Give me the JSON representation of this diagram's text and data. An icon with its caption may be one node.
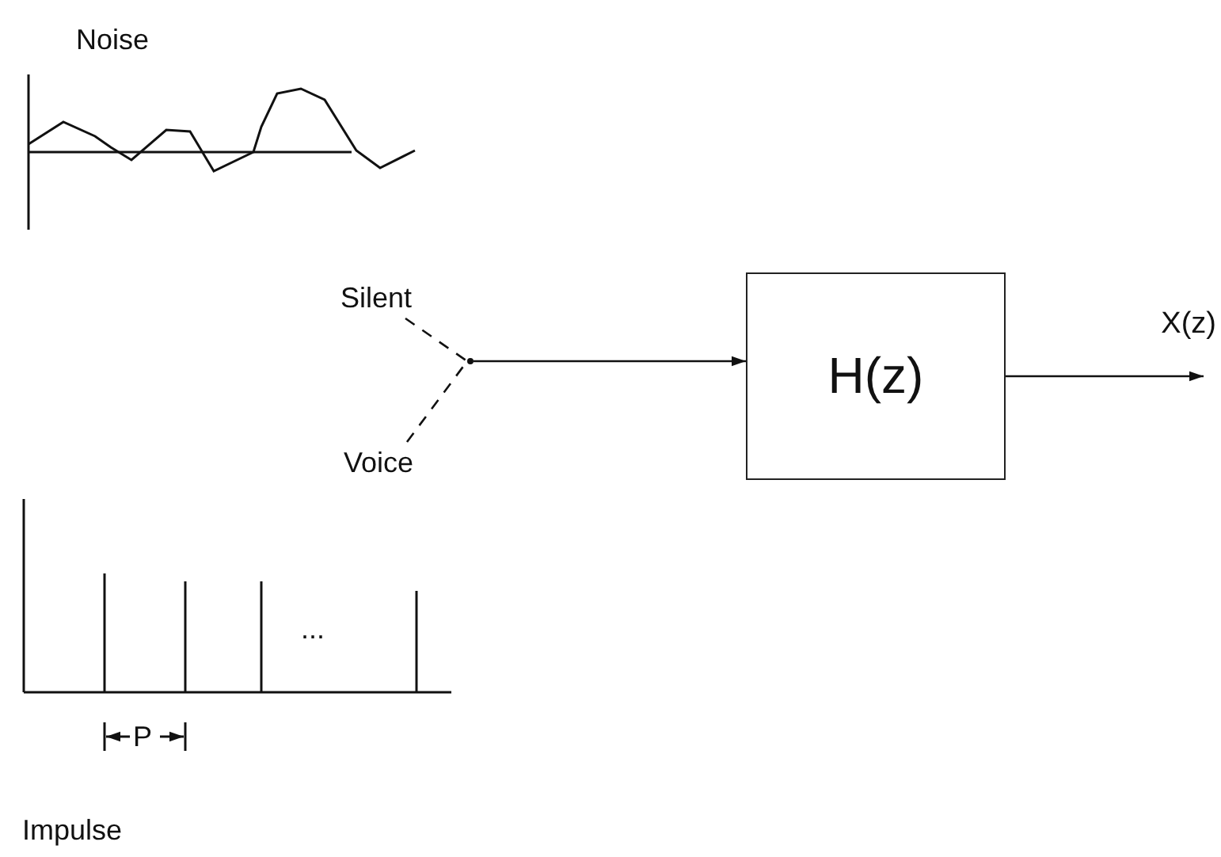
{
  "diagram": {
    "nodes": [
      {
        "text": [
          "Noise"
        ]
      },
      {
        "text": [
          "Silent"
        ]
      },
      {
        "text": [
          "Voice"
        ]
      },
      {
        "text": [],
        "shape": "point"
      },
      {
        "text": [
          "H(z)"
        ]
      },
      {
        "text": [
          "Impulse"
        ]
      }
    ],
    "edges": [
      {
        "from": 1,
        "to": 3,
        "arrow": "none",
        "style": "dashed"
      },
      {
        "from": 2,
        "to": 3,
        "arrow": "none",
        "style": "dashed"
      },
      {
        "from": 3,
        "to": 4,
        "arrow": "to"
      },
      {
        "from": 4,
        "to": null,
        "arrow": "to",
        "label": "X(z)"
      }
    ],
    "labels": [
      "P",
      "..."
    ]
  }
}
